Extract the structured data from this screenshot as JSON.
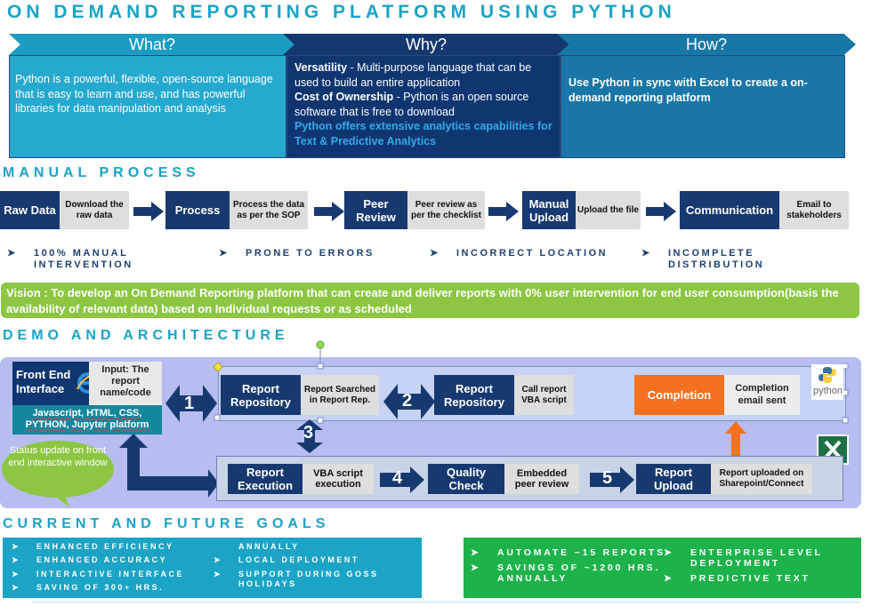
{
  "title": "ON DEMAND REPORTING PLATFORM USING PYTHON",
  "what": {
    "heading": "What?",
    "text": "Python is a powerful, flexible, open-source language that is easy to learn and use, and has powerful libraries for data manipulation and analysis"
  },
  "why": {
    "heading": "Why?",
    "p1_label": "Versatility",
    "p1_text": " - Multi-purpose language that can be used to build an entire application",
    "p2_label": "Cost of Ownership",
    "p2_text": " - Python is an open source software that is free to download",
    "p3_text": "Python offers extensive analytics capabilities for Text & Predictive Analytics"
  },
  "how": {
    "heading": "How?",
    "text": "Use Python in sync with Excel to create a on-demand reporting platform"
  },
  "manual": {
    "title": "MANUAL PROCESS",
    "steps": [
      {
        "label": "Raw Data",
        "desc": "Download the raw data"
      },
      {
        "label": "Process",
        "desc": "Process the data as per the SOP"
      },
      {
        "label": "Peer Review",
        "desc": "Peer review as per the checklist"
      },
      {
        "label": "Manual Upload",
        "desc": "Upload the file"
      },
      {
        "label": "Communication",
        "desc": "Email to stakeholders"
      }
    ],
    "issues": [
      "100% MANUAL INTERVENTION",
      "PRONE TO ERRORS",
      "INCORRECT LOCATION",
      "INCOMPLETE DISTRIBUTION"
    ]
  },
  "vision": "Vision : To develop an On Demand Reporting platform that can create and deliver reports with 0% user intervention for end user consumption(basis the availability of relevant data) based on Individual requests or as scheduled",
  "demo": {
    "title": "DEMO AND ARCHITECTURE",
    "front_end": "Front End Interface",
    "input": "Input:  The report name/code",
    "tech": "Javascript, HTML, CSS, PYTHON,  Jupyter platform",
    "status": "Status update on front end interactive window",
    "nodes": {
      "repo1": {
        "label": "Report Repository",
        "desc": "Report Searched in Report Rep."
      },
      "repo2": {
        "label": "Report Repository",
        "desc": "Call report VBA script"
      },
      "completion": {
        "label": "Completion",
        "desc": "Completion email sent"
      },
      "execution": {
        "label": "Report Execution",
        "desc": "VBA script execution"
      },
      "quality": {
        "label": "Quality Check",
        "desc": "Embedded peer review"
      },
      "upload": {
        "label": "Report Upload",
        "desc": "Report uploaded on Sharepoint/Connect"
      }
    },
    "numbers": [
      "1",
      "2",
      "3",
      "4",
      "5"
    ],
    "python_label": "python"
  },
  "goals": {
    "title": "CURRENT AND FUTURE GOALS",
    "current_col1": [
      "ENHANCED EFFICIENCY",
      "ENHANCED ACCURACY",
      "INTERACTIVE INTERFACE",
      "SAVING OF 300+ HRS."
    ],
    "current_col2": [
      "ANNUALLY",
      "LOCAL DEPLOYMENT",
      "SUPPORT DURING GOSS HOLIDAYS"
    ],
    "future_col1": [
      "AUTOMATE ~15 REPORTS",
      "SAVINGS OF ~1200 HRS. ANNUALLY"
    ],
    "future_col2": [
      "ENTERPRISE LEVEL DEPLOYMENT",
      "PREDICTIVE TEXT"
    ]
  },
  "colors": {
    "accent": "#1aa3c6",
    "navy": "#17396f",
    "green": "#8cc642",
    "orange": "#f47120",
    "goal_green": "#1db34a"
  }
}
